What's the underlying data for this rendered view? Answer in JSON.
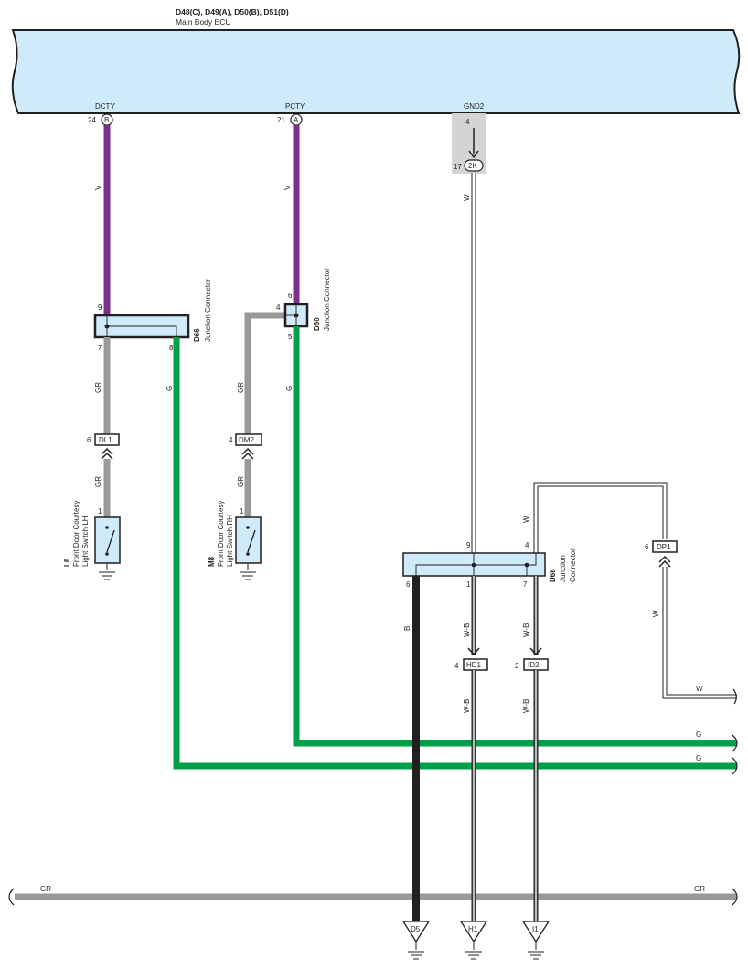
{
  "ecu": {
    "connectors": "D48(C), D49(A), D50(B), D51(D)",
    "name": "Main Body ECU",
    "terminals": {
      "dcty": {
        "name": "DCTY",
        "pin": "24",
        "conn": "B"
      },
      "pcty": {
        "name": "PCTY",
        "pin": "21",
        "conn": "A"
      },
      "gnd2": {
        "name": "GND2",
        "pin": "4",
        "conn": "2K",
        "conn_pin": "17"
      }
    }
  },
  "wires": {
    "v1": "V",
    "v2": "V",
    "gr1": "GR",
    "gr2": "GR",
    "gr3": "GR",
    "gr4": "GR",
    "g1": "G",
    "g2": "G",
    "g_right1": "G",
    "g_right2": "G",
    "w_gnd": "W",
    "w_top": "W",
    "w_dp1": "W",
    "w_right": "W",
    "b": "B",
    "wb1": "W-B",
    "wb2": "W-B",
    "wb3": "W-B",
    "wb4": "W-B",
    "gr_bus_left": "GR",
    "gr_bus_right": "GR"
  },
  "junctions": {
    "d66": {
      "id": "D66",
      "label": "Junction Connector",
      "pins": {
        "in": "9",
        "out1": "7",
        "out2": "8"
      }
    },
    "d60": {
      "id": "D60",
      "label": "Junction Connector",
      "pins": {
        "in": "6",
        "side": "4",
        "out": "5"
      }
    },
    "d68": {
      "id": "D68",
      "label1": "Junction",
      "label2": "Connector",
      "pins": {
        "p9": "9",
        "p4": "4",
        "p6": "6",
        "p1": "1",
        "p7": "7"
      }
    }
  },
  "inline_connectors": {
    "dl1": {
      "id": "DL1",
      "pin": "6"
    },
    "dm2": {
      "id": "DM2",
      "pin": "4"
    },
    "dp1": {
      "id": "DP1",
      "pin": "6"
    },
    "hd1": {
      "id": "HD1",
      "pin": "4"
    },
    "id2": {
      "id": "ID2",
      "pin": "2"
    }
  },
  "switches": {
    "lh": {
      "id": "L8",
      "line1": "Front Door Courtesy",
      "line2": "Light Switch LH",
      "pin": "1"
    },
    "rh": {
      "id": "M8",
      "line1": "Front Door Courtesy",
      "line2": "Light Switch RH",
      "pin": "1"
    }
  },
  "grounds": {
    "d5": "D5",
    "h1": "H1",
    "i1": "I1"
  },
  "colors": {
    "ecu_fill": "#cfeaf9",
    "violet": "#7b2f8e",
    "green": "#00a04a",
    "gray": "#999999",
    "black": "#231f20"
  }
}
